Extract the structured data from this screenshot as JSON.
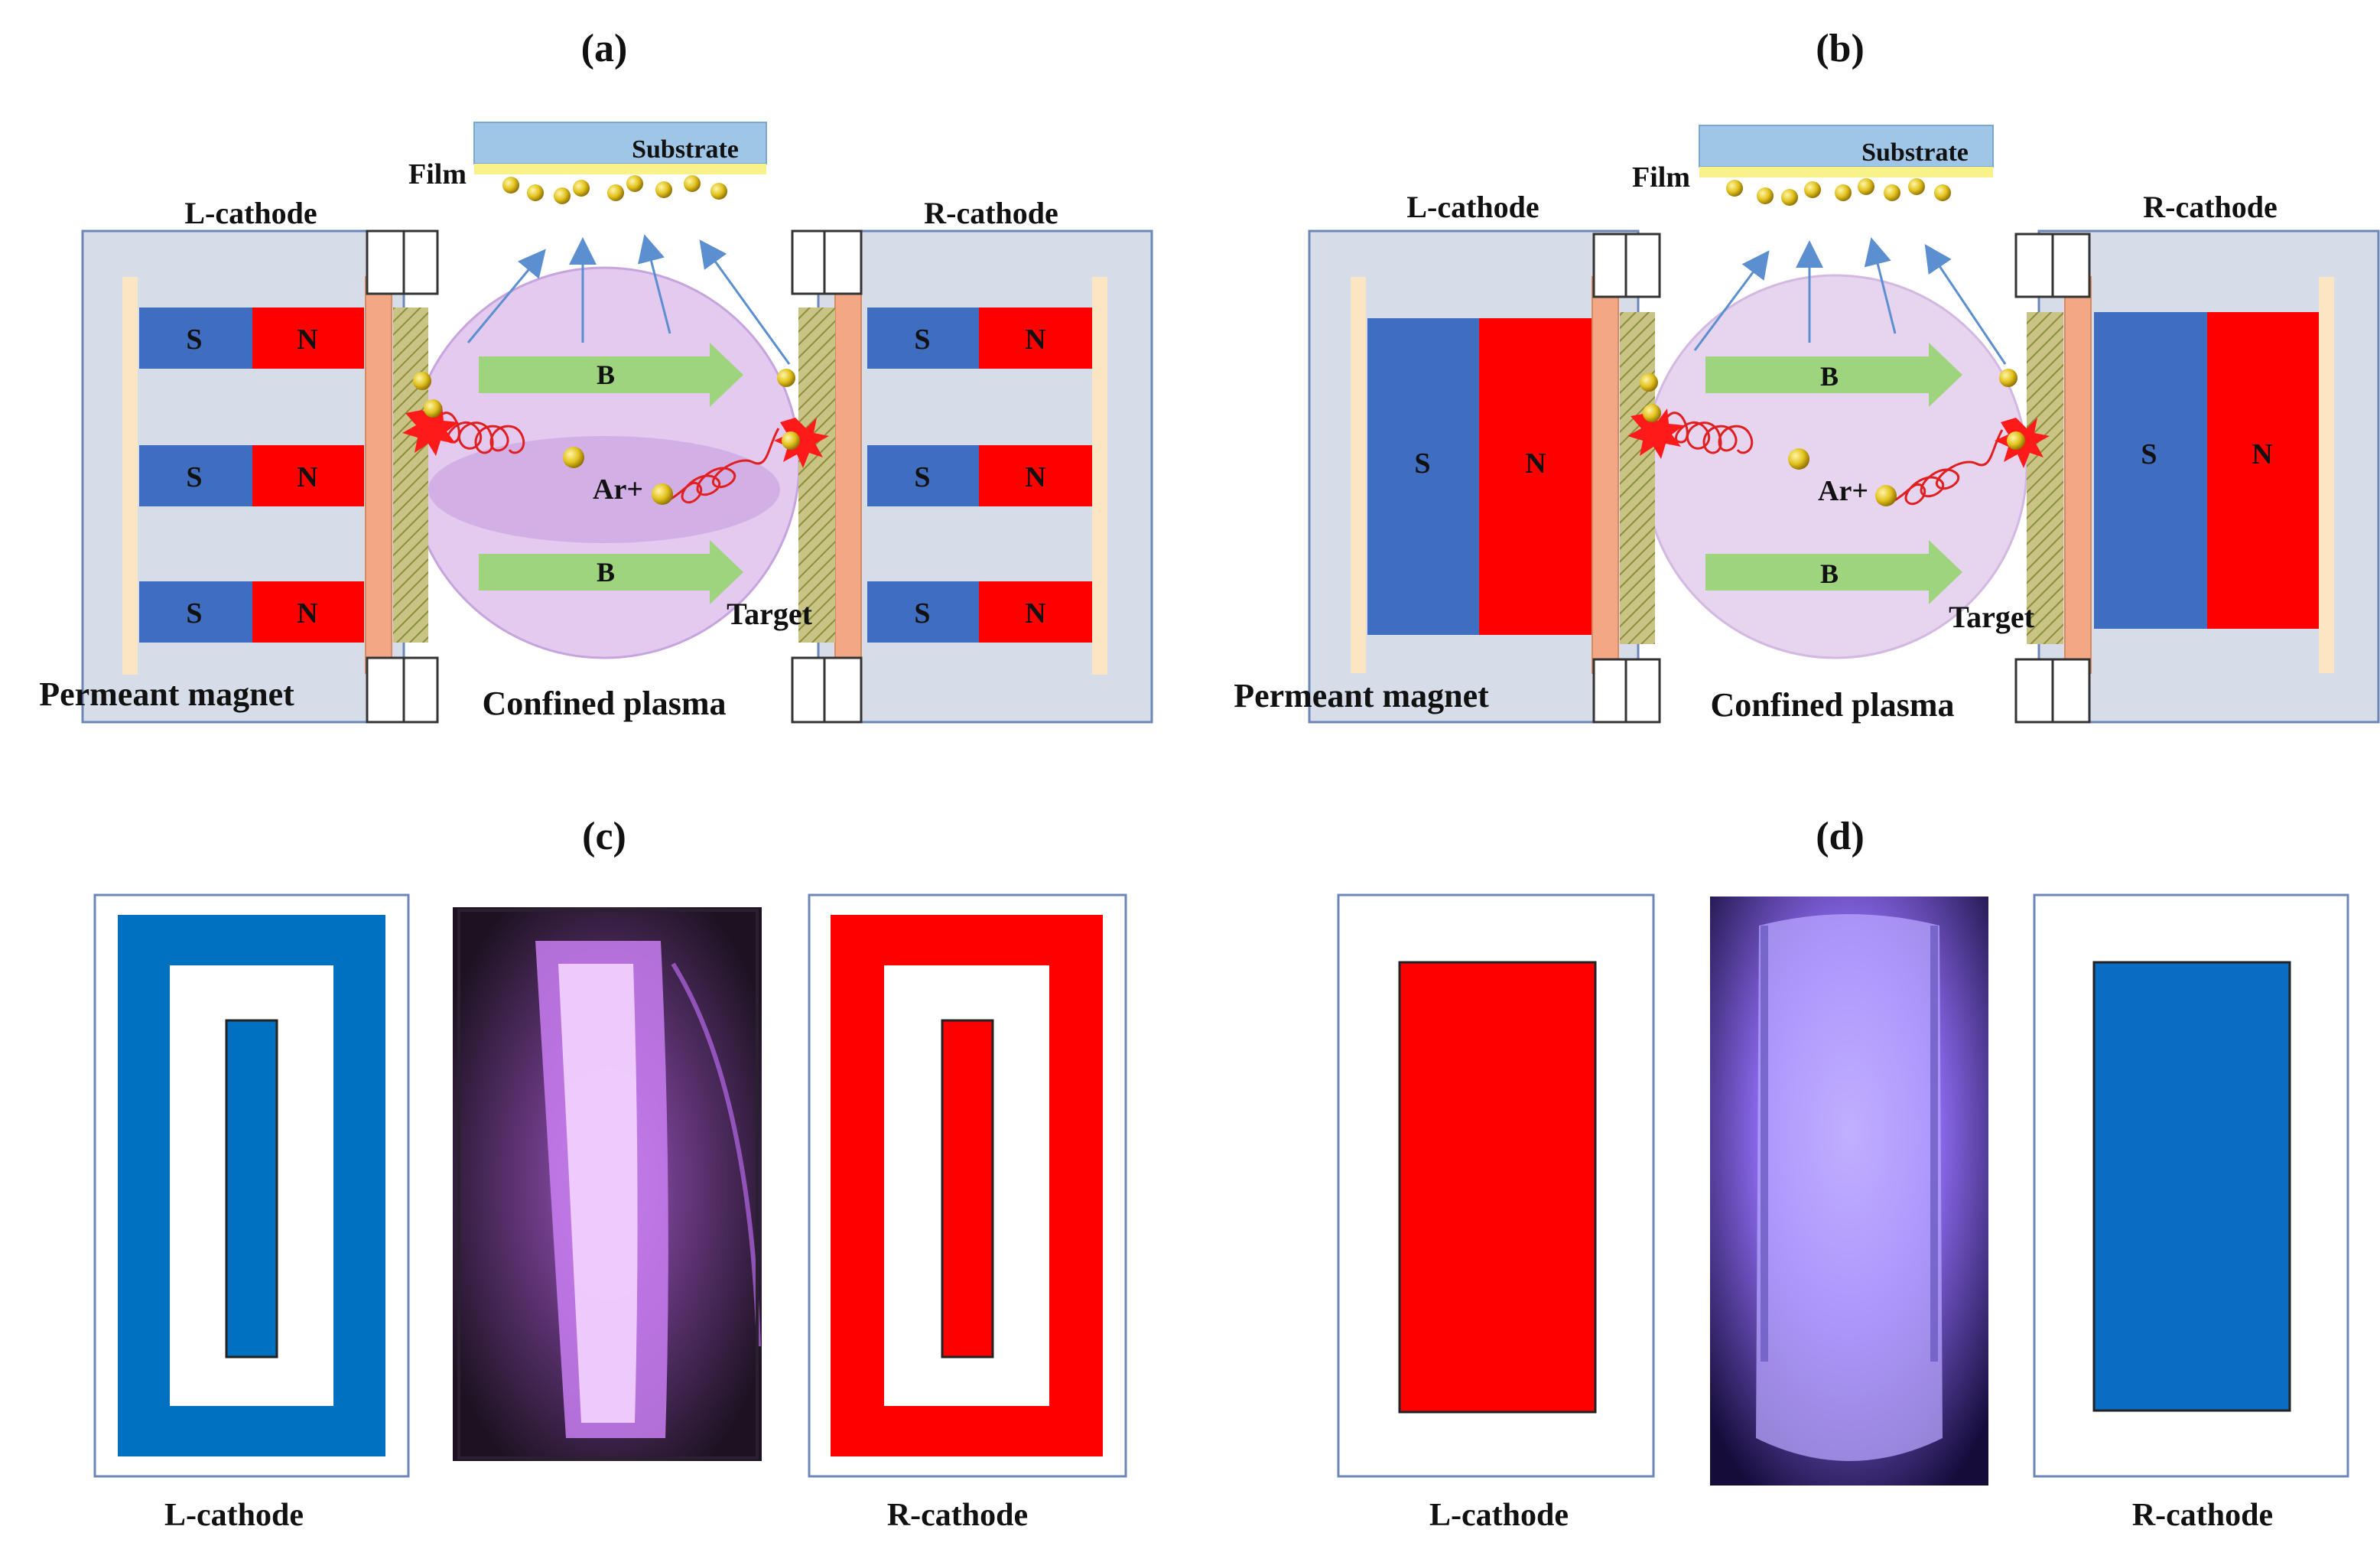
{
  "panels": {
    "a": {
      "label": "(a)"
    },
    "b": {
      "label": "(b)"
    },
    "c": {
      "label": "(c)"
    },
    "d": {
      "label": "(d)"
    }
  },
  "labels": {
    "substrate": "Substrate",
    "film": "Film",
    "l_cathode": "L-cathode",
    "r_cathode": "R-cathode",
    "magnetic_field": "B",
    "ion": "Ar+",
    "target": "Target",
    "permanent_magnet": "Permeant magnet",
    "confined_plasma": "Confined plasma",
    "south": "S",
    "north": "N"
  },
  "colors": {
    "magnet_south": "#3f6ec1",
    "magnet_north": "#ff0000",
    "chamber": "#d6dde8",
    "target_copper": "#f2a884",
    "plasma": "#d9b8e8",
    "substrate": "#9fc6e6",
    "film_yellow": "#f9f28a",
    "field_arrow": "#9fd47e",
    "c_left_magnet": "#0070c0",
    "d_right_magnet": "#0b6cc4"
  }
}
